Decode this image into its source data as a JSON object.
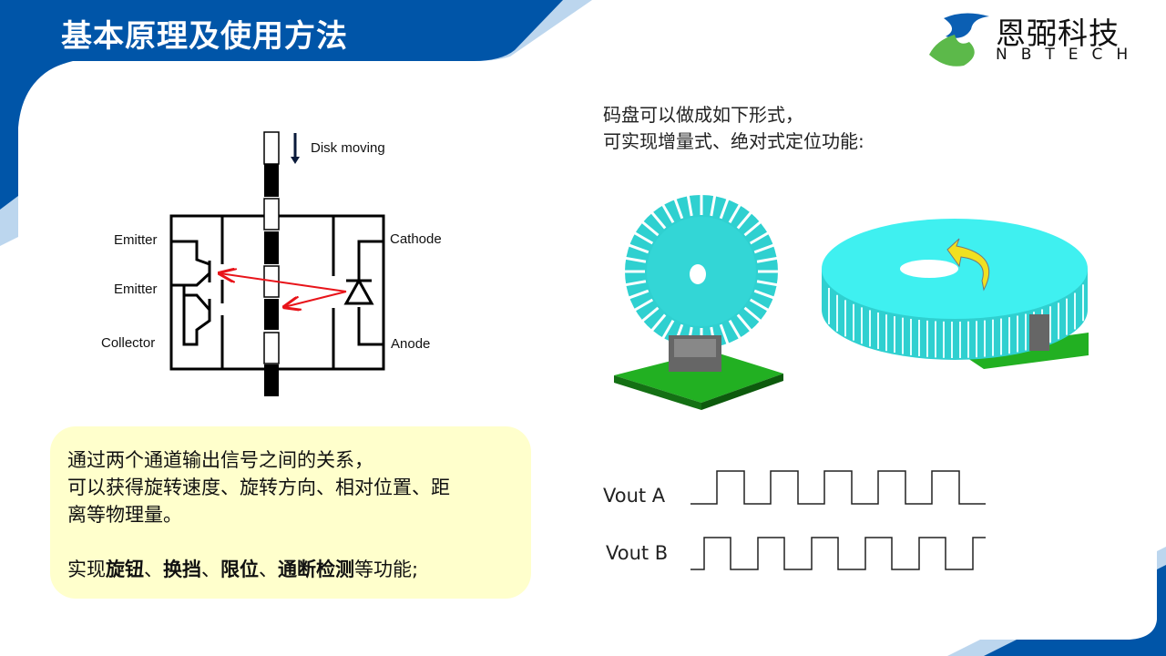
{
  "header": {
    "title": "基本原理及使用方法"
  },
  "logo": {
    "name_cn": "恩弼科技",
    "name_en": "NBTECH"
  },
  "sensor_diagram": {
    "disk_label": "Disk moving",
    "emitter_top": "Emitter",
    "emitter_mid": "Emitter",
    "collector": "Collector",
    "cathode": "Cathode",
    "anode": "Anode"
  },
  "encoder": {
    "line1": "码盘可以做成如下形式，",
    "line2": "可实现增量式、绝对式定位功能:"
  },
  "info": {
    "line1": "通过两个通道输出信号之间的关系，",
    "line2": "可以获得旋转速度、旋转方向、相对位置、距",
    "line3": "离等物理量。",
    "f_prefix": "实现",
    "f1": "旋钮",
    "sep1": "、",
    "f2": "换挡",
    "sep2": "、",
    "f3": "限位",
    "sep3": "、",
    "f4": "通断检测",
    "f_suffix": "等功能;"
  },
  "waveforms": {
    "a_label": "Vout A",
    "b_label": "Vout B"
  },
  "colors": {
    "brand_blue": "#0055a8",
    "light_blue": "#bcd6ee",
    "box_yellow": "#ffffcc",
    "arrow_red": "#e8141a",
    "disk_cyan": "#33d6d6",
    "pcb_green": "#1fa01f"
  }
}
